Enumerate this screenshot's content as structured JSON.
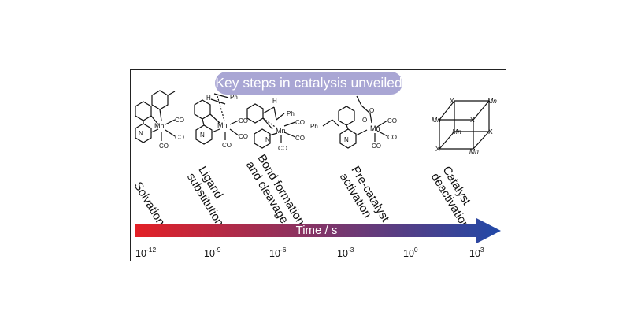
{
  "banner": "Key steps in catalysis unveiled",
  "steps": [
    "Solvation",
    "Ligand\nsubstitution",
    "Bond formation\nand cleavage",
    "Pre-catalyst\nactivation",
    "Catalyst\ndeactivation"
  ],
  "axis": {
    "label": "Time / s",
    "ticks": [
      {
        "base": "10",
        "exp": "-12"
      },
      {
        "base": "10",
        "exp": "-9"
      },
      {
        "base": "10",
        "exp": "-6"
      },
      {
        "base": "10",
        "exp": "-3"
      },
      {
        "base": "10",
        "exp": "0"
      },
      {
        "base": "10",
        "exp": "3"
      }
    ],
    "gradient_start": "#e32026",
    "gradient_end": "#2149a8"
  },
  "structures": {
    "metal": "Mn",
    "carbonyl": "CO",
    "nitrogen": "N",
    "phenyl": "Ph",
    "hydrogen": "H",
    "oxygen": "O",
    "halide": "X"
  }
}
